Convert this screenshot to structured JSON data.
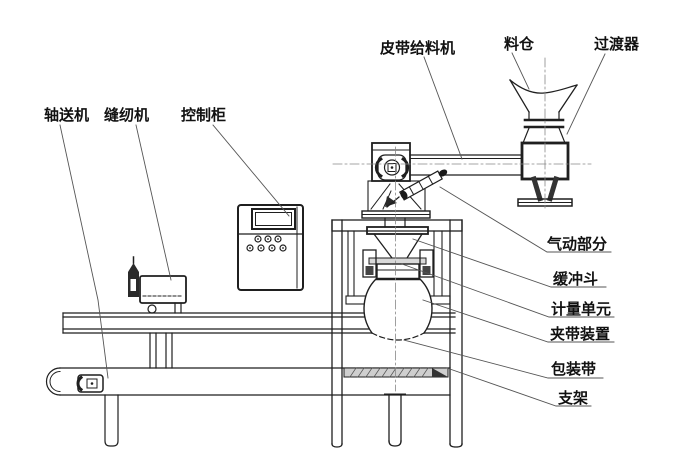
{
  "diagram": {
    "type": "engineering-line-drawing",
    "colors": {
      "background": "#ffffff",
      "line": "#1f1f1f",
      "leader": "#555555",
      "hatch_fill": "#cfcfcf"
    },
    "labels": {
      "belt_feeder": "皮带给料机",
      "silo": "料仓",
      "transition_device": "过渡器",
      "conveyor": "轴送机",
      "sewing_machine": "缝纫机",
      "control_cabinet": "控制柜",
      "pneumatic_part": "气动部分",
      "buffer_hopper": "缓冲斗",
      "metering_unit": "计量单元",
      "bag_clamp_device": "夹带装置",
      "packaging_bag": "包装带",
      "support_frame": "支架"
    }
  }
}
